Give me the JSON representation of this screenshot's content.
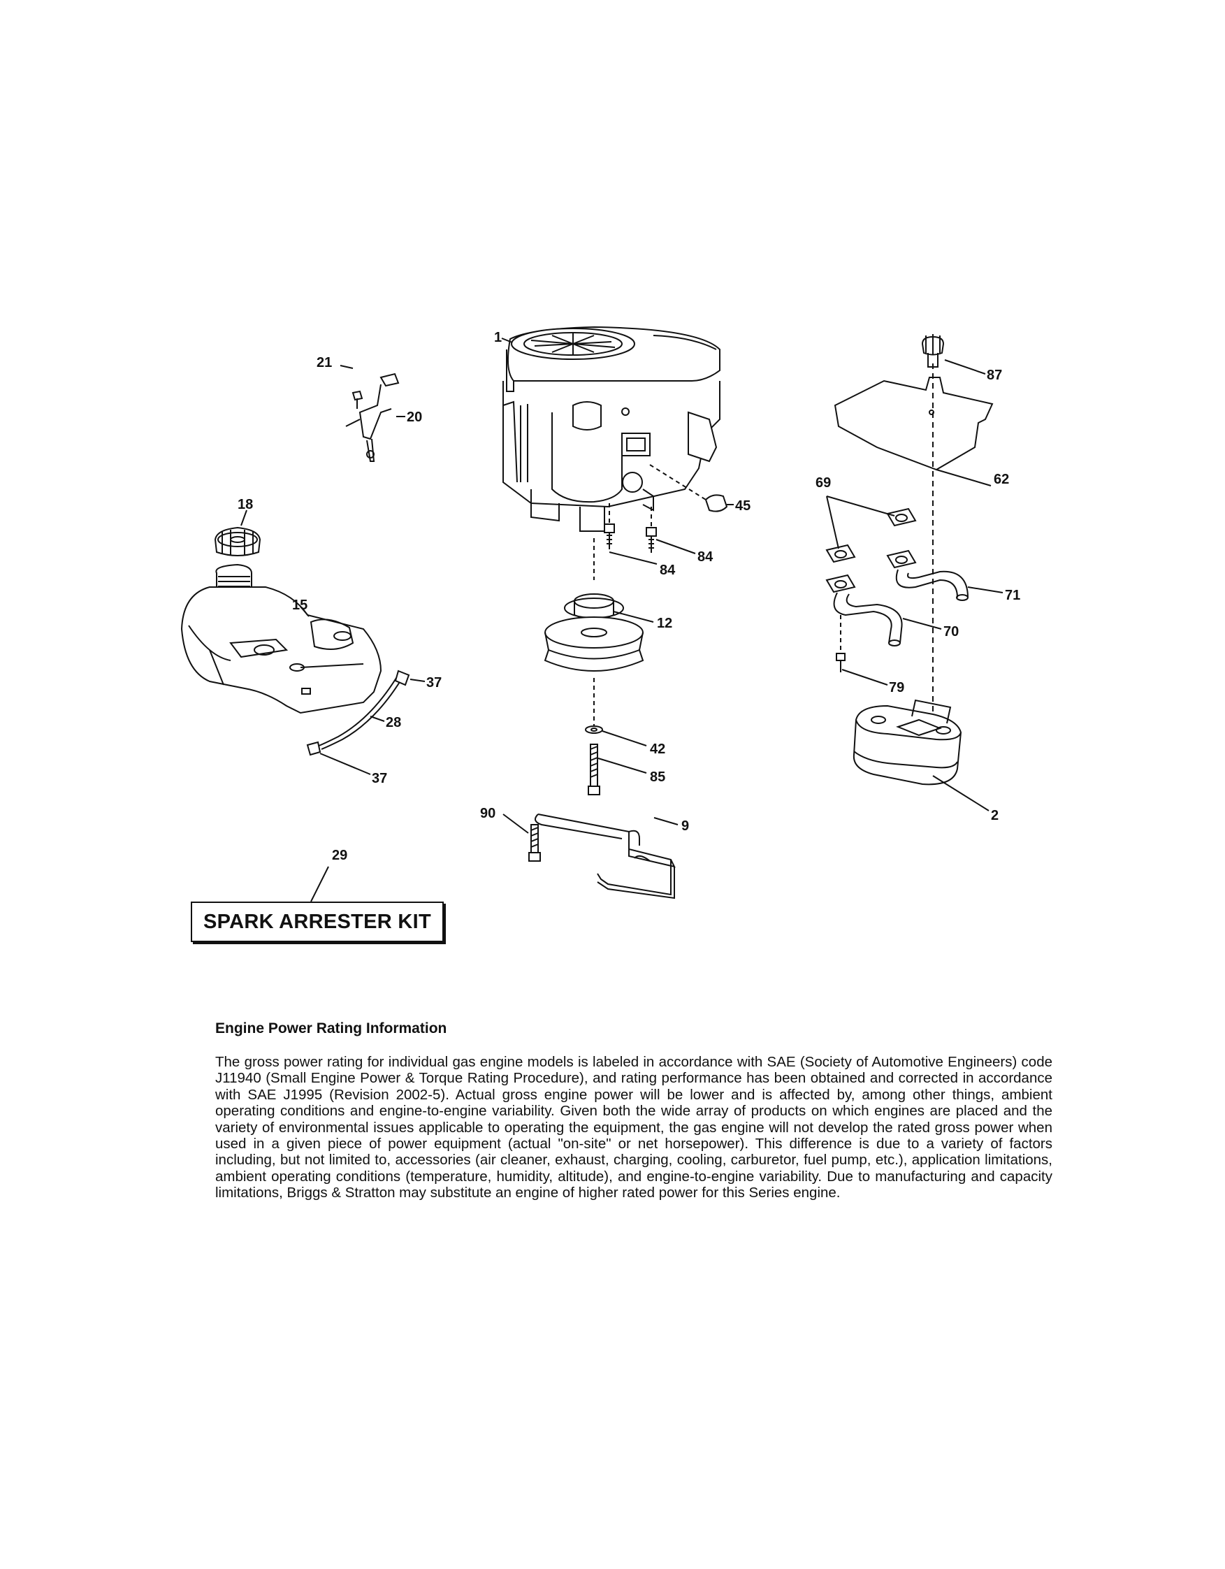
{
  "callouts": [
    {
      "id": "c1",
      "label": "1"
    },
    {
      "id": "c21",
      "label": "21"
    },
    {
      "id": "c20",
      "label": "20"
    },
    {
      "id": "c18",
      "label": "18"
    },
    {
      "id": "c15",
      "label": "15"
    },
    {
      "id": "c45",
      "label": "45"
    },
    {
      "id": "c84a",
      "label": "84"
    },
    {
      "id": "c84b",
      "label": "84"
    },
    {
      "id": "c12",
      "label": "12"
    },
    {
      "id": "c42",
      "label": "42"
    },
    {
      "id": "c85",
      "label": "85"
    },
    {
      "id": "c37a",
      "label": "37"
    },
    {
      "id": "c28",
      "label": "28"
    },
    {
      "id": "c37b",
      "label": "37"
    },
    {
      "id": "c90",
      "label": "90"
    },
    {
      "id": "c9",
      "label": "9"
    },
    {
      "id": "c29",
      "label": "29"
    },
    {
      "id": "c87",
      "label": "87"
    },
    {
      "id": "c62",
      "label": "62"
    },
    {
      "id": "c69",
      "label": "69"
    },
    {
      "id": "c71",
      "label": "71"
    },
    {
      "id": "c70",
      "label": "70"
    },
    {
      "id": "c79",
      "label": "79"
    },
    {
      "id": "c2",
      "label": "2"
    }
  ],
  "kit_label": "SPARK ARRESTER KIT",
  "info": {
    "title": "Engine Power Rating Information",
    "body": "The gross power rating for individual gas engine models is labeled in accordance with SAE (Society of Automotive Engineers) code J11940 (Small Engine Power & Torque Rating Procedure), and rating performance has been obtained and corrected in accordance with SAE J1995 (Revision 2002-5). Actual gross engine power will be lower and is affected by, among other things, ambient operating conditions and engine-to-engine variability. Given both the wide array of products on which engines are placed and the variety of environmental issues applicable to operating the equipment, the gas engine will not develop the rated gross power when used in a given piece of power equipment (actual \"on-site\" or net horsepower). This difference is due to a variety of factors including, but not limited to, accessories (air cleaner, exhaust, charging, cooling, carburetor, fuel pump, etc.), application limitations, ambient operating conditions (temperature, humidity, altitude), and engine-to-engine variability. Due to manufacturing and capacity limitations, Briggs & Stratton may substitute an engine of higher rated power for this Series engine."
  }
}
